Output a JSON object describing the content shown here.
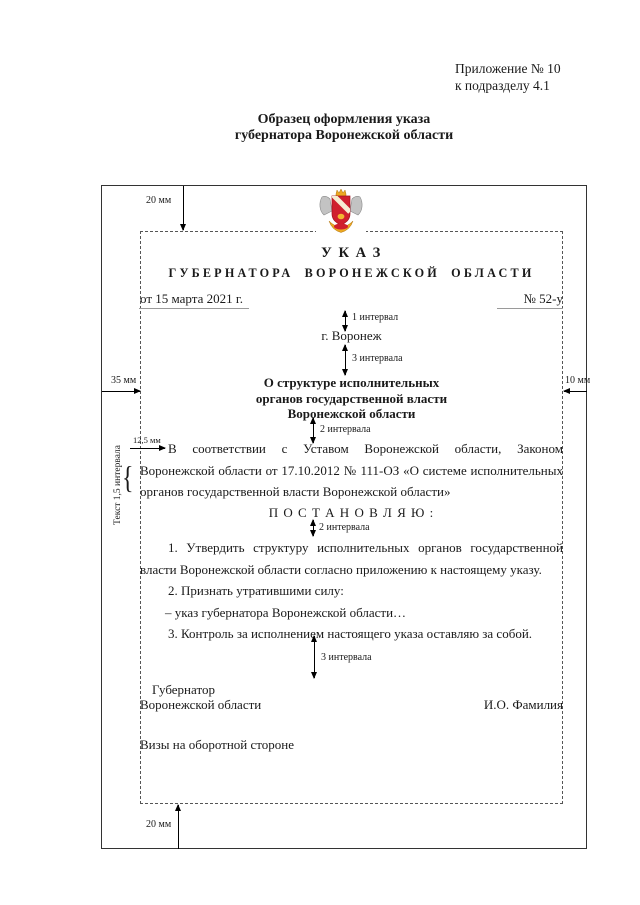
{
  "appendix": {
    "line1": "Приложение № 10",
    "line2": "к подразделу 4.1"
  },
  "title": {
    "line1": "Образец оформления указа",
    "line2": "губернатора Воронежской области"
  },
  "annotations": {
    "margin_top": "20 мм",
    "margin_bottom": "20 мм",
    "margin_left": "35 мм",
    "margin_right": "10 мм",
    "first_line_indent": "12,5 мм",
    "line_spacing_note": "Текст 1,5 интервала",
    "interval_after_number": "1 интервал",
    "interval_after_city": "3 интервала",
    "interval_after_subject": "2 интервала",
    "interval_after_resolve": "2 интервала",
    "interval_before_signature": "3 интервала"
  },
  "decree": {
    "kind": "У К А З",
    "issuer": "ГУБЕРНАТОРА ВОРОНЕЖСКОЙ ОБЛАСТИ",
    "date": "от 15 марта 2021 г.",
    "number": "№ 52-у",
    "city": "г. Воронеж",
    "subject": [
      "О структуре исполнительных",
      "органов государственной власти",
      "Воронежской области"
    ],
    "preamble": "В соответствии с Уставом Воронежской области, Законом Воронежской области от 17.10.2012 № 111-ОЗ «О системе исполнительных органов государственной власти Воронежской области»",
    "resolve": "П О С Т А Н О В Л Я Ю :",
    "items": [
      "1. Утвердить структуру исполнительных органов государственной власти Воронежской области согласно приложению к настоящему указу.",
      "2. Признать утратившими силу:",
      "– указ губернатора Воронежской области…",
      "3. Контроль за исполнением настоящего указа оставляю за собой."
    ],
    "signature": {
      "position_line1": "Губернатор",
      "position_line2": "Воронежской области",
      "name": "И.О. Фамилия"
    },
    "visas_note": "Визы на оборотной стороне",
    "brace_glyph": "{"
  },
  "emblem_colors": {
    "shield": "#d01f2e",
    "gold": "#eca821",
    "silver": "#c3c3c3"
  }
}
